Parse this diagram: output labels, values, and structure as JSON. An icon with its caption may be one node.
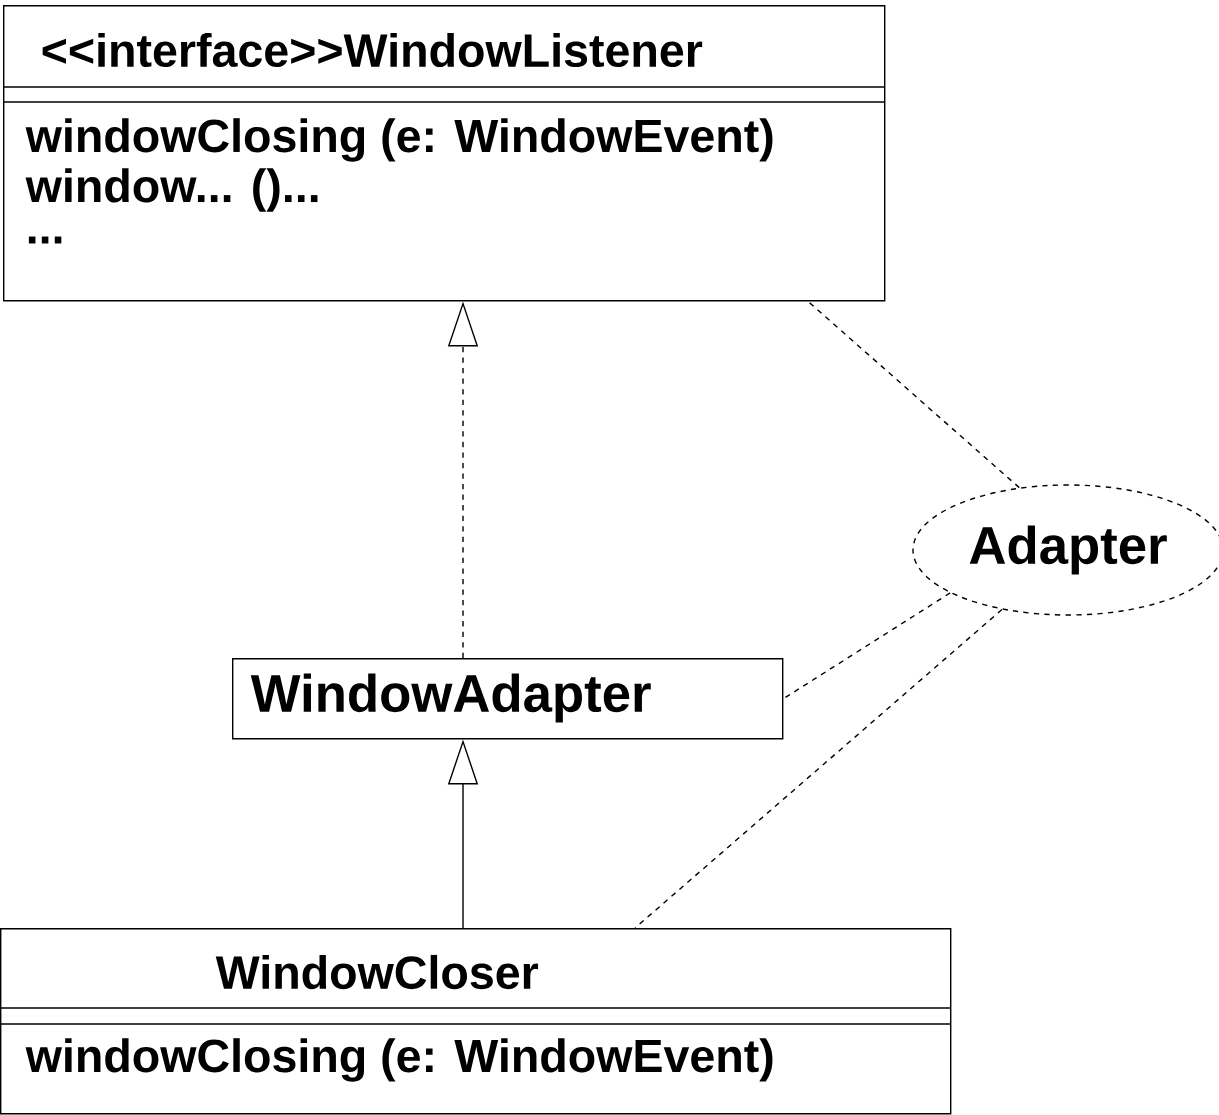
{
  "diagram": {
    "nodes": [
      {
        "text": [
          "<<interface>>WindowListener",
          "windowClosing (e: WindowEvent)",
          "window... ()...",
          "..."
        ]
      },
      {
        "text": [
          "WindowAdapter"
        ]
      },
      {
        "text": [
          "WindowCloser",
          "windowClosing (e: WindowEvent)"
        ]
      },
      {
        "text": [
          "Adapter"
        ]
      }
    ],
    "edges": [
      {
        "from": 1,
        "to": 0,
        "arrow": "to",
        "style": "dashed"
      },
      {
        "from": 2,
        "to": 1,
        "arrow": "to"
      },
      {
        "from": 3,
        "to": 0,
        "arrow": "none",
        "style": "dashed"
      },
      {
        "from": 3,
        "to": 1,
        "arrow": "none",
        "style": "dashed"
      },
      {
        "from": 3,
        "to": 2,
        "arrow": "none",
        "style": "dashed"
      }
    ]
  }
}
